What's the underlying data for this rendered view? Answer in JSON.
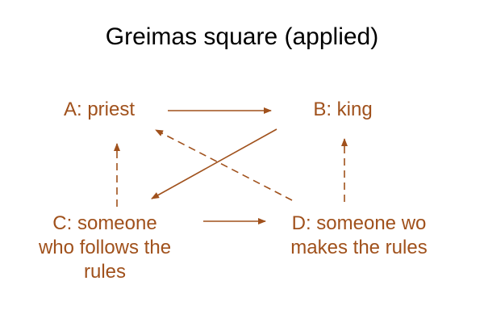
{
  "title": "Greimas square (applied)",
  "colors": {
    "accent": "#a0511c",
    "title": "#000000"
  },
  "terms": {
    "a": "A: priest",
    "b": "B: king",
    "c": "C: someone\nwho follows the\nrules",
    "d": "D: someone wo\nmakes the rules"
  },
  "relations": [
    {
      "from": "a",
      "to": "b",
      "style": "solid"
    },
    {
      "from": "b",
      "to": "c",
      "style": "solid"
    },
    {
      "from": "c",
      "to": "d",
      "style": "solid"
    },
    {
      "from": "d",
      "to": "a",
      "style": "dashed"
    },
    {
      "from": "c",
      "to": "a",
      "style": "dashed"
    },
    {
      "from": "d",
      "to": "b",
      "style": "dashed"
    }
  ]
}
